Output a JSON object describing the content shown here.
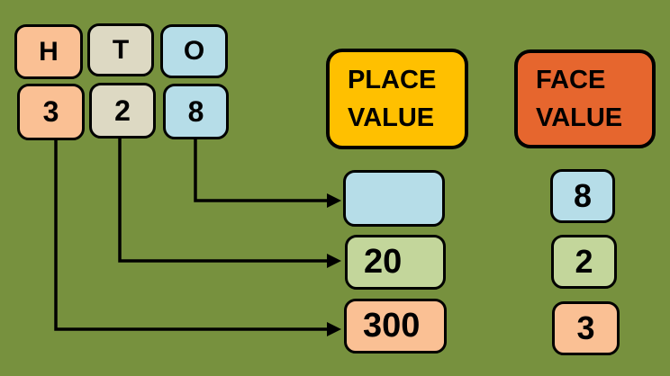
{
  "colors": {
    "background": "#77913E",
    "box_border": "#000000",
    "peach": "#FAC094",
    "tan": "#DDD9C3",
    "blue": "#B6DDE8",
    "light_green": "#C3D69B",
    "place_value_header_fill": "#FFC000",
    "face_value_header_fill": "#E6662E",
    "arrow": "#000000"
  },
  "hto_grid": {
    "letters": [
      "H",
      "T",
      "O"
    ],
    "digits": [
      "3",
      "2",
      "8"
    ]
  },
  "headers": {
    "place_value": "PLACE VALUE",
    "face_value": "FACE VALUE"
  },
  "place_value_column": [
    "",
    "20",
    "300"
  ],
  "face_value_column": [
    "8",
    "2",
    "3"
  ],
  "arrows": [
    {
      "from_digit": "8",
      "to_place_value_box": ""
    },
    {
      "from_digit": "2",
      "to_place_value_box": "20"
    },
    {
      "from_digit": "3",
      "to_place_value_box": "300"
    }
  ]
}
